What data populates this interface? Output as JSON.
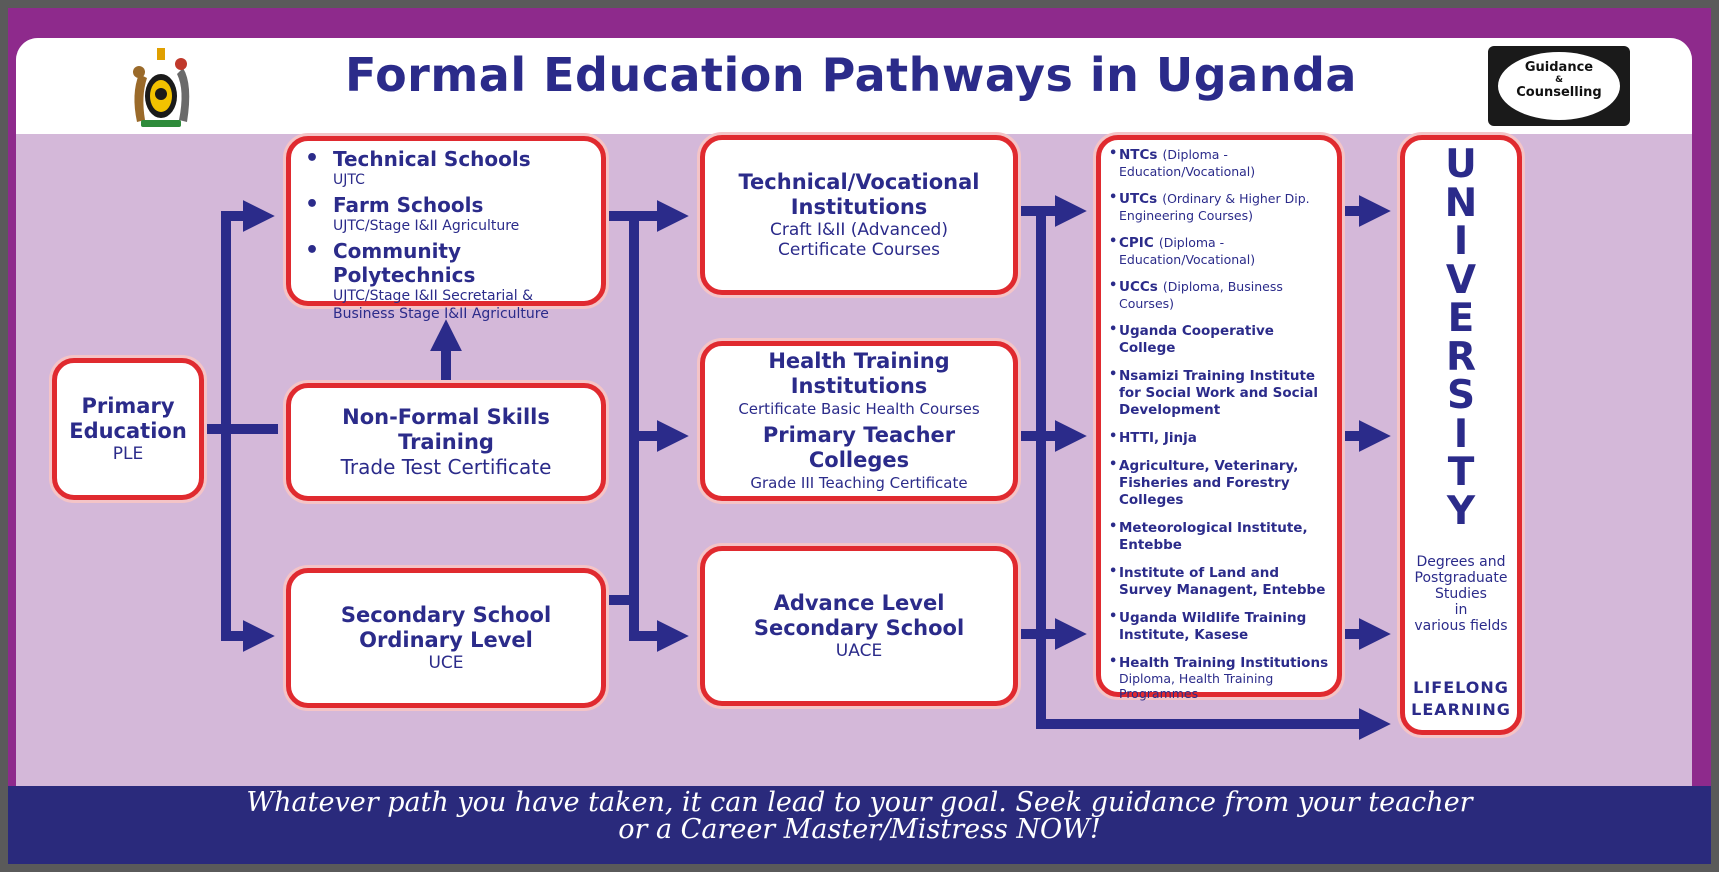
{
  "title": "Formal Education Pathways in Uganda",
  "logos": {
    "guidance_line1": "Guidance",
    "guidance_amp": "&",
    "guidance_line2": "Counselling"
  },
  "boxes": {
    "primary": {
      "title": "Primary Education",
      "sub": "PLE"
    },
    "technical_schools": {
      "items": [
        {
          "name": "Technical Schools",
          "detail": "UJTC"
        },
        {
          "name": "Farm Schools",
          "detail": "UJTC/Stage I&II Agriculture"
        },
        {
          "name": "Community Polytechnics",
          "detail": "UJTC/Stage I&II Secretarial & Business Stage I&II Agriculture"
        }
      ]
    },
    "non_formal": {
      "title": "Non-Formal Skills Training",
      "sub": "Trade Test Certificate"
    },
    "secondary_o": {
      "title": "Secondary School Ordinary Level",
      "sub": "UCE"
    },
    "tvi": {
      "title": "Technical/Vocational Institutions",
      "sub": "Craft I&II (Advanced) Certificate Courses"
    },
    "health_ptc": {
      "title1": "Health Training Institutions",
      "sub1": "Certificate Basic Health Courses",
      "title2": "Primary Teacher Colleges",
      "sub2": "Grade III Teaching Certificate"
    },
    "a_level": {
      "title": "Advance Level Secondary School",
      "sub": "UACE"
    },
    "tertiary": {
      "items": [
        {
          "name": "NTCs",
          "detail": "(Diploma - Education/Vocational)"
        },
        {
          "name": "UTCs",
          "detail": "(Ordinary & Higher Dip. Engineering Courses)"
        },
        {
          "name": "CPIC",
          "detail": "(Diploma - Education/Vocational)"
        },
        {
          "name": "UCCs",
          "detail": "(Diploma, Business Courses)"
        },
        {
          "name": "Uganda Cooperative College",
          "detail": ""
        },
        {
          "name": "Nsamizi Training Institute for Social Work and Social Development",
          "detail": ""
        },
        {
          "name": "HTTI, Jinja",
          "detail": ""
        },
        {
          "name": "Agriculture, Veterinary, Fisheries and Forestry Colleges",
          "detail": ""
        },
        {
          "name": "Meteorological Institute, Entebbe",
          "detail": ""
        },
        {
          "name": "Institute of Land and Survey Managent, Entebbe",
          "detail": ""
        },
        {
          "name": "Uganda Wildlife Training Institute, Kasese",
          "detail": ""
        },
        {
          "name": "Health Training Institutions",
          "detail": "Diploma, Health Training Programmes"
        }
      ]
    },
    "university": {
      "letters": [
        "U",
        "N",
        "I",
        "V",
        "E",
        "R",
        "S",
        "I",
        "T",
        "Y"
      ],
      "degrees": [
        "Degrees and",
        "Postgraduate",
        "Studies",
        "in",
        "various fields"
      ],
      "lifelong": [
        "LIFELONG",
        "LEARNING"
      ]
    }
  },
  "footer": {
    "line1": "Whatever path you have taken, it can lead to your goal. Seek guidance from your teacher",
    "line2": "or a Career Master/Mistress NOW!"
  },
  "colors": {
    "frame": "#8e2a8c",
    "panel": "#d4b8d9",
    "box_border": "#e02a2f",
    "text": "#2b2b8a",
    "arrow": "#2b2b8a",
    "footer": "#2a2a7c"
  }
}
